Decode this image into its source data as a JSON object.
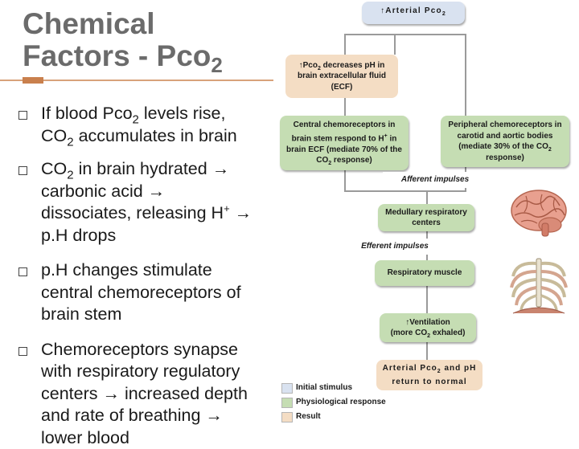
{
  "slide": {
    "title_line1": "Chemical",
    "title_line2_main": "Factors - Pco",
    "title_line2_sub": "2",
    "bullets": [
      {
        "t1": "If blood Pco",
        "s1": "2",
        "t2": " levels rise, CO",
        "s2": "2",
        "t3": " accumulates in brain"
      },
      {
        "t1": "CO",
        "s1": "2",
        "t2": " in brain hydrated → carbonic acid → dissociates, releasing H",
        "sup": "+",
        "t3": " → p.H drops"
      },
      {
        "text": "p.H changes stimulate central chemoreceptors of brain stem"
      },
      {
        "text": "Chemoreceptors synapse with respiratory regulatory centers → increased depth and rate of breathing → lower blood"
      }
    ]
  },
  "diagram": {
    "arterial": {
      "arrow": "↑",
      "text": "Arterial Pco",
      "sub": "2"
    },
    "pco2_decrease": {
      "arrow": "↑",
      "t1": "Pco",
      "sub": "2",
      "t2": " decreases pH in brain extracellular fluid (ECF)"
    },
    "central": {
      "t1": "Central chemoreceptors in brain stem respond to H",
      "sup": "+",
      "t2": " in brain ECF (mediate 70% of the CO",
      "sub": "2",
      "t3": " response)"
    },
    "peripheral": {
      "t1": "Peripheral chemoreceptors in carotid and aortic bodies (mediate 30% of the CO",
      "sub": "2",
      "t2": " response)"
    },
    "afferent": "Afferent impulses",
    "medullary": "Medullary respiratory centers",
    "efferent": "Efferent impulses",
    "resp_muscle": "Respiratory muscle",
    "ventilation": {
      "arrow": "↑",
      "t1": "Ventilation",
      "t2": "(more CO",
      "sub": "2",
      "t3": " exhaled)"
    },
    "result": {
      "t1": "Arterial Pco",
      "sub": "2",
      "t2": " and pH",
      "t3": "return to normal"
    }
  },
  "legend": [
    {
      "label": "Initial stimulus",
      "color": "#d9e2f0"
    },
    {
      "label": "Physiological response",
      "color": "#c5ddb3"
    },
    {
      "label": "Result",
      "color": "#f4ddc4"
    }
  ],
  "colors": {
    "title": "#6b6b6b",
    "accent": "#c9804d",
    "line": "#9a9a9a"
  },
  "icons": [
    "brain-illustration",
    "ribcage-illustration"
  ]
}
